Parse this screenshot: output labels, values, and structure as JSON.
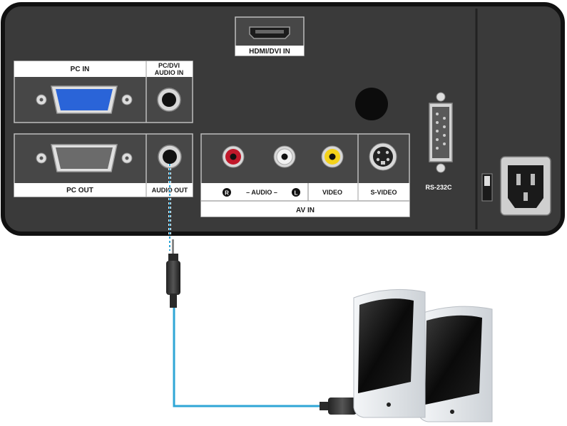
{
  "panel": {
    "pc_in": "PC IN",
    "pc_dvi_audio_in_line1": "PC/DVI",
    "pc_dvi_audio_in_line2": "AUDIO IN",
    "hdmi_dvi_in": "HDMI/DVI IN",
    "pc_out": "PC OUT",
    "audio_out": "AUDIO OUT",
    "audio_r": "R",
    "audio_word": "– AUDIO –",
    "audio_l": "L",
    "video": "VIDEO",
    "s_video": "S-VIDEO",
    "av_in": "AV IN",
    "rs232c": "RS-232C"
  },
  "colors": {
    "panel_body": "#3a3a3a",
    "panel_outline": "#111111",
    "vga_blue": "#2a64d8",
    "vga_gray": "#6b6b6b",
    "rca_red": "#c0182a",
    "rca_white": "#f2f2f2",
    "rca_yellow": "#f4d21a",
    "cable_blue": "#2fa6d6",
    "speaker_white": "#e9ecef",
    "speaker_black": "#151515"
  },
  "icons": {
    "pc_in_port": "vga-port-icon",
    "pc_out_port": "vga-port-icon",
    "audio_jack": "mini-jack-icon",
    "hdmi_port": "hdmi-port-icon",
    "rca_jack": "rca-jack-icon",
    "s_video_port": "s-video-port-icon",
    "serial_port": "db9-serial-port-icon",
    "power_inlet": "ac-power-inlet-icon",
    "speakers": "speakers-icon"
  }
}
